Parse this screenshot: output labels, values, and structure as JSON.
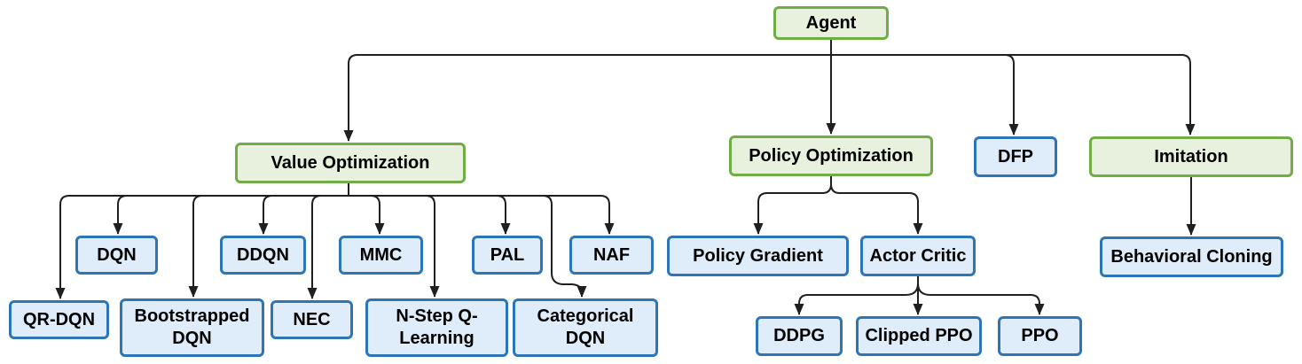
{
  "diagram": {
    "type": "tree-flowchart",
    "subject": "Reinforcement learning agent algorithm families",
    "colors": {
      "category_fill": "#e7f1de",
      "category_border": "#71ad47",
      "algorithm_fill": "#dfecf9",
      "algorithm_border": "#2e75b6",
      "connector": "#1f1f1f",
      "text": "#000000",
      "background": "#ffffff"
    },
    "nodes": {
      "agent": {
        "label": "Agent"
      },
      "value_optimization": {
        "label": "Value Optimization"
      },
      "policy_optimization": {
        "label": "Policy Optimization"
      },
      "dfp": {
        "label": "DFP"
      },
      "imitation": {
        "label": "Imitation"
      },
      "dqn": {
        "label": "DQN"
      },
      "ddqn": {
        "label": "DDQN"
      },
      "mmc": {
        "label": "MMC"
      },
      "pal": {
        "label": "PAL"
      },
      "naf": {
        "label": "NAF"
      },
      "qr_dqn": {
        "label": "QR-DQN"
      },
      "bootstrapped_dqn": {
        "label": "Bootstrapped DQN"
      },
      "nec": {
        "label": "NEC"
      },
      "n_step_q_learning": {
        "label": "N-Step Q-Learning"
      },
      "categorical_dqn": {
        "label": "Categorical DQN"
      },
      "policy_gradient": {
        "label": "Policy Gradient"
      },
      "actor_critic": {
        "label": "Actor Critic"
      },
      "behavioral_cloning": {
        "label": "Behavioral Cloning"
      },
      "ddpg": {
        "label": "DDPG"
      },
      "clipped_ppo": {
        "label": "Clipped PPO"
      },
      "ppo": {
        "label": "PPO"
      }
    },
    "edges": [
      {
        "from": "agent",
        "to": "value_optimization"
      },
      {
        "from": "agent",
        "to": "policy_optimization"
      },
      {
        "from": "agent",
        "to": "dfp"
      },
      {
        "from": "agent",
        "to": "imitation"
      },
      {
        "from": "value_optimization",
        "to": "qr_dqn"
      },
      {
        "from": "value_optimization",
        "to": "dqn"
      },
      {
        "from": "value_optimization",
        "to": "bootstrapped_dqn"
      },
      {
        "from": "value_optimization",
        "to": "ddqn"
      },
      {
        "from": "value_optimization",
        "to": "nec"
      },
      {
        "from": "value_optimization",
        "to": "mmc"
      },
      {
        "from": "value_optimization",
        "to": "n_step_q_learning"
      },
      {
        "from": "value_optimization",
        "to": "pal"
      },
      {
        "from": "value_optimization",
        "to": "categorical_dqn"
      },
      {
        "from": "value_optimization",
        "to": "naf"
      },
      {
        "from": "policy_optimization",
        "to": "policy_gradient"
      },
      {
        "from": "policy_optimization",
        "to": "actor_critic"
      },
      {
        "from": "actor_critic",
        "to": "ddpg"
      },
      {
        "from": "actor_critic",
        "to": "clipped_ppo"
      },
      {
        "from": "actor_critic",
        "to": "ppo"
      },
      {
        "from": "imitation",
        "to": "behavioral_cloning"
      }
    ]
  }
}
